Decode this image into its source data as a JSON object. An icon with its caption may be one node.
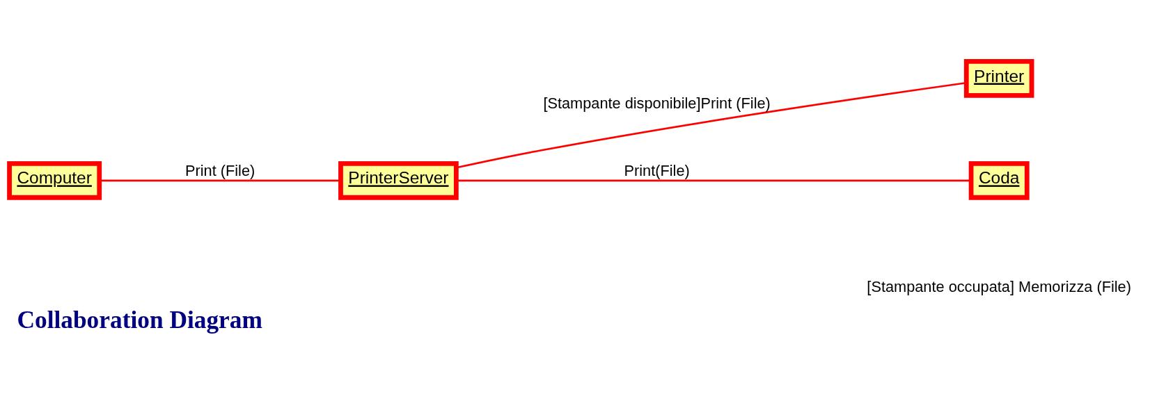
{
  "diagram": {
    "title": "Collaboration Diagram",
    "nodes": [
      {
        "text": [
          "Computer"
        ]
      },
      {
        "text": [
          "PrinterServer"
        ]
      },
      {
        "text": [
          "Printer"
        ]
      },
      {
        "text": [
          "Coda"
        ]
      }
    ],
    "edges": [
      {
        "from": 0,
        "to": 1,
        "arrow": "none",
        "label": "Print (File)"
      },
      {
        "from": 1,
        "to": 2,
        "arrow": "none",
        "label": "[Stampante disponibile]Print (File)"
      },
      {
        "from": 1,
        "to": 3,
        "arrow": "none",
        "label": "Print(File)"
      }
    ],
    "labels": [
      "[Stampante occupata] Memorizza (File)"
    ]
  }
}
